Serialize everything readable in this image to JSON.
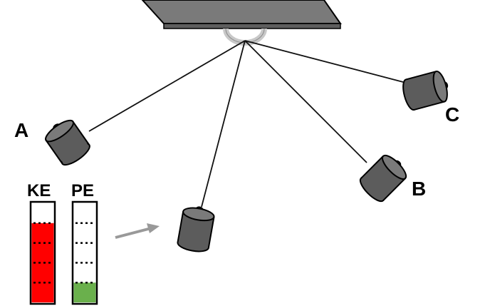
{
  "labels": {
    "point_a": "A",
    "point_b": "B",
    "point_c": "C"
  },
  "energy_bars": {
    "ke_label": "KE",
    "pe_label": "PE",
    "divisions": 4,
    "ke_level": 0.8,
    "pe_level": 0.2,
    "ke_color": "#ff0000",
    "pe_color": "#6ab04c"
  },
  "colors": {
    "ceiling": "#7a7a7a",
    "pivot": "#c8c8c8",
    "bob": "#5c5c5c",
    "string": "#111111",
    "arrow": "#999999"
  },
  "icons": {
    "arrow": "right-arrow-icon",
    "bob": "cylinder-weight-icon"
  }
}
